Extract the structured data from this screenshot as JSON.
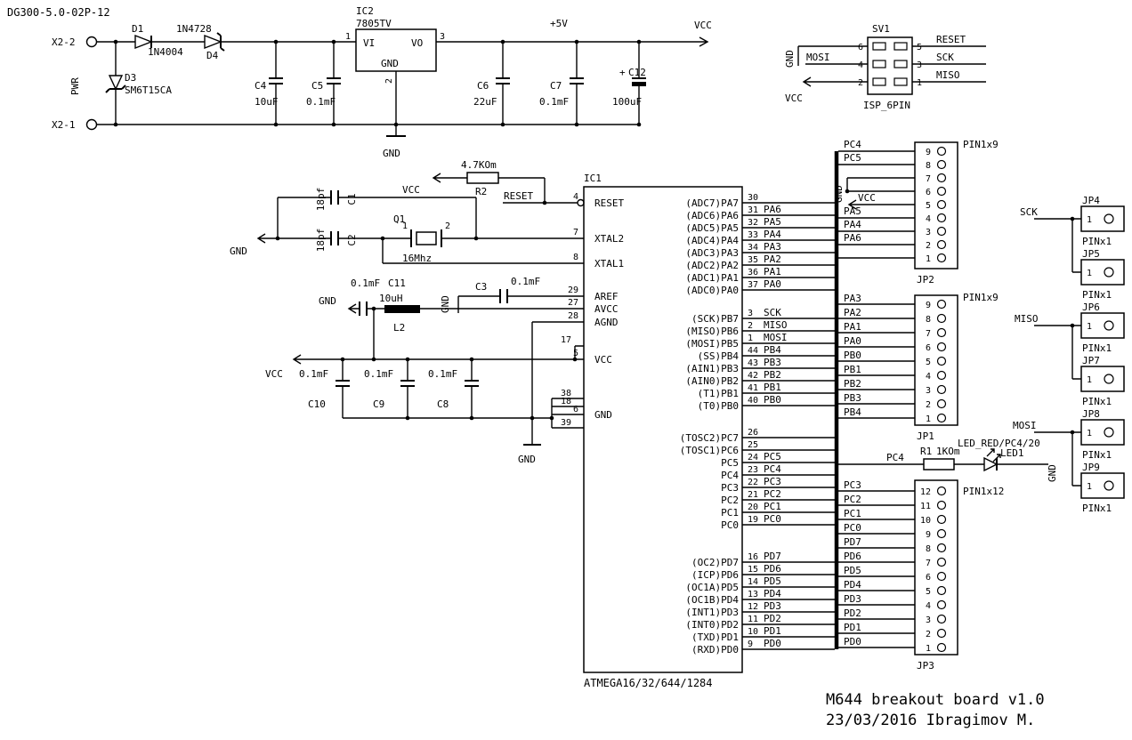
{
  "meta": {
    "title": "DG300-5.0-02P-12",
    "footer_line1": "M644 breakout board v1.0",
    "footer_line2": "23/03/2016 Ibragimov M."
  },
  "power": {
    "x2_2": "X2-2",
    "x2_1": "X2-1",
    "pwr": "PWR",
    "d1_ref": "D1",
    "d1_value": "1N4004",
    "d4_ref": "D4",
    "d4_value": "1N4728",
    "d3_ref": "D3",
    "d3_value": "SM6T15CA",
    "c4_ref": "C4",
    "c4_value": "10uF",
    "c5_ref": "C5",
    "c5_value": "0.1mF",
    "reg_ref": "IC2",
    "reg_value": "7805TV",
    "reg_vi": "VI",
    "reg_vo": "VO",
    "reg_gnd": "GND",
    "reg_pin1": "1",
    "reg_pin2": "2",
    "reg_pin3": "3",
    "gnd": "GND",
    "c6_ref": "C6",
    "c6_value": "22uF",
    "plus5v": "+5V",
    "c7_ref": "C7",
    "c7_value": "0.1mF",
    "c12_plus": "+",
    "c12_ref": "C12",
    "c12_value": "100uF",
    "vcc": "VCC"
  },
  "isp": {
    "ref": "SV1",
    "value": "ISP_6PIN",
    "pin6": "6",
    "pin4": "4",
    "pin2": "2",
    "pin5": "5",
    "pin3": "3",
    "pin1": "1",
    "gnd": "GND",
    "mosi": "MOSI",
    "vcc": "VCC",
    "reset": "RESET",
    "sck": "SCK",
    "miso": "MISO"
  },
  "reset_circuit": {
    "vcc": "VCC",
    "r2_value": "4.7KOm",
    "r2_ref": "R2",
    "net": "RESET"
  },
  "xtal": {
    "gnd": "GND",
    "q1_ref": "Q1",
    "q1_value": "16Mhz",
    "pin1": "1",
    "pin2": "2",
    "c1_ref": "C1",
    "c1_value": "18pf",
    "c2_ref": "C2",
    "c2_value": "18pf"
  },
  "analog": {
    "gnd_left": "GND",
    "c11_value": "0.1mF",
    "c11_ref": "C11",
    "l2_value": "10uH",
    "l2_ref": "L2",
    "c3_ref": "C3",
    "c3_value": "0.1mF",
    "gnd_down": "GND"
  },
  "decoupling": {
    "vcc": "VCC",
    "value": "0.1mF",
    "c10_ref": "C10",
    "c9_ref": "C9",
    "c8_ref": "C8",
    "gnd": "GND"
  },
  "mcu": {
    "ref": "IC1",
    "part": "ATMEGA16/32/644/1284",
    "left": [
      {
        "pin": "4",
        "name": "RESET"
      },
      {
        "pin": "7",
        "name": "XTAL2"
      },
      {
        "pin": "8",
        "name": "XTAL1"
      },
      {
        "pin": "29",
        "name": "AREF"
      },
      {
        "pin": "27",
        "name": "AVCC"
      },
      {
        "pin": "28",
        "name": "AGND"
      },
      {
        "pin": "17",
        "name": ""
      },
      {
        "pin": "5",
        "name": "VCC"
      },
      {
        "pin": "38",
        "name": ""
      },
      {
        "pin": "18",
        "name": ""
      },
      {
        "pin": "6",
        "name": "GND"
      },
      {
        "pin": "39",
        "name": ""
      }
    ],
    "pa": [
      {
        "name": "(ADC7)PA7",
        "pin": "30",
        "net": ""
      },
      {
        "name": "(ADC6)PA6",
        "pin": "31",
        "net": "PA6"
      },
      {
        "name": "(ADC5)PA5",
        "pin": "32",
        "net": "PA5"
      },
      {
        "name": "(ADC4)PA4",
        "pin": "33",
        "net": "PA4"
      },
      {
        "name": "(ADC3)PA3",
        "pin": "34",
        "net": "PA3"
      },
      {
        "name": "(ADC2)PA2",
        "pin": "35",
        "net": "PA2"
      },
      {
        "name": "(ADC1)PA1",
        "pin": "36",
        "net": "PA1"
      },
      {
        "name": "(ADC0)PA0",
        "pin": "37",
        "net": "PA0"
      }
    ],
    "pb": [
      {
        "name": "(SCK)PB7",
        "pin": "3",
        "net": "SCK"
      },
      {
        "name": "(MISO)PB6",
        "pin": "2",
        "net": "MISO"
      },
      {
        "name": "(MOSI)PB5",
        "pin": "1",
        "net": "MOSI"
      },
      {
        "name": "(SS)PB4",
        "pin": "44",
        "net": "PB4"
      },
      {
        "name": "(AIN1)PB3",
        "pin": "43",
        "net": "PB3"
      },
      {
        "name": "(AIN0)PB2",
        "pin": "42",
        "net": "PB2"
      },
      {
        "name": "(T1)PB1",
        "pin": "41",
        "net": "PB1"
      },
      {
        "name": "(T0)PB0",
        "pin": "40",
        "net": "PB0"
      }
    ],
    "pc": [
      {
        "name": "(TOSC2)PC7",
        "pin": "26",
        "net": ""
      },
      {
        "name": "(TOSC1)PC6",
        "pin": "25",
        "net": ""
      },
      {
        "name": "PC5",
        "pin": "24",
        "net": "PC5"
      },
      {
        "name": "PC4",
        "pin": "23",
        "net": "PC4"
      },
      {
        "name": "PC3",
        "pin": "22",
        "net": "PC3"
      },
      {
        "name": "PC2",
        "pin": "21",
        "net": "PC2"
      },
      {
        "name": "PC1",
        "pin": "20",
        "net": "PC1"
      },
      {
        "name": "PC0",
        "pin": "19",
        "net": "PC0"
      }
    ],
    "pd": [
      {
        "name": "(OC2)PD7",
        "pin": "16",
        "net": "PD7"
      },
      {
        "name": "(ICP)PD6",
        "pin": "15",
        "net": "PD6"
      },
      {
        "name": "(OC1A)PD5",
        "pin": "14",
        "net": "PD5"
      },
      {
        "name": "(OC1B)PD4",
        "pin": "13",
        "net": "PD4"
      },
      {
        "name": "(INT1)PD3",
        "pin": "12",
        "net": "PD3"
      },
      {
        "name": "(INT0)PD2",
        "pin": "11",
        "net": "PD2"
      },
      {
        "name": "(TXD)PD1",
        "pin": "10",
        "net": "PD1"
      },
      {
        "name": "(RXD)PD0",
        "pin": "9",
        "net": "PD0"
      }
    ]
  },
  "jp2": {
    "ref": "JP2",
    "value": "PIN1x9",
    "pins": [
      "9",
      "8",
      "7",
      "6",
      "5",
      "4",
      "3",
      "2",
      "1"
    ],
    "net_pc4": "PC4",
    "net_pc5": "PC5",
    "gnd": "GND",
    "vcc": "VCC",
    "net_pa5": "PA5",
    "net_pa4": "PA4",
    "net_pa6": "PA6"
  },
  "jp1": {
    "ref": "JP1",
    "value": "PIN1x9",
    "pins": [
      "9",
      "8",
      "7",
      "6",
      "5",
      "4",
      "3",
      "2",
      "1"
    ],
    "nets": [
      "PA3",
      "PA2",
      "PA1",
      "PA0",
      "PB0",
      "PB1",
      "PB2",
      "PB3",
      "PB4"
    ]
  },
  "jp3": {
    "ref": "JP3",
    "value": "PIN1x12",
    "pins": [
      "12",
      "11",
      "10",
      "9",
      "8",
      "7",
      "6",
      "5",
      "4",
      "3",
      "2",
      "1"
    ],
    "nets": [
      "PC3",
      "PC2",
      "PC1",
      "PC0",
      "PD7",
      "PD6",
      "PD5",
      "PD4",
      "PD3",
      "PD2",
      "PD1",
      "PD0"
    ]
  },
  "led": {
    "net": "PC4",
    "r1_ref": "R1",
    "r1_value": "1KOm",
    "value": "LED_RED/PC4/20",
    "ref": "LED1",
    "gnd": "GND"
  },
  "headers": {
    "sck": "SCK",
    "miso": "MISO",
    "mosi": "MOSI",
    "pin1": "1",
    "pinx1": "PINx1",
    "jp4": "JP4",
    "jp5": "JP5",
    "jp6": "JP6",
    "jp7": "JP7",
    "jp8": "JP8",
    "jp9": "JP9"
  }
}
